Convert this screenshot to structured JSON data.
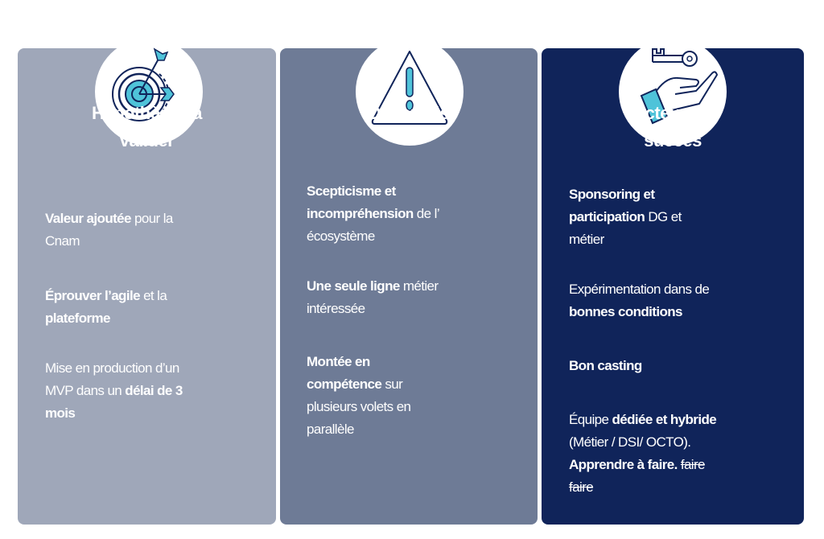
{
  "colors": {
    "panel1": "#9fa7b9",
    "panel2": "#6e7b96",
    "panel3": "#10245a",
    "icon_line": "#10245a",
    "icon_accent": "#4fc3d9"
  },
  "panels": [
    {
      "icon": "target-icon",
      "title": [
        "Hypothèses à",
        "valider"
      ],
      "items": [
        [
          "Valeur ajoutée",
          " pour la",
          "Cnam"
        ],
        [
          "Éprouver l’agile",
          " et la",
          "plateforme"
        ],
        [
          "Mise en production  d’un",
          "MVP dans un ",
          "délai de 3",
          "mois"
        ]
      ]
    },
    {
      "icon": "warning-icon",
      "title": [
        "Difficultés"
      ],
      "items": [
        [
          "Scepticisme et",
          "incompréhension",
          " de l’",
          "écosystème"
        ],
        [
          "Une seule ligne",
          " métier",
          "intéressée"
        ],
        [
          "Montée en",
          "compétence",
          " sur",
          "plusieurs volets en",
          "parallèle"
        ]
      ]
    },
    {
      "icon": "hand-key-icon",
      "title": [
        "Facteurs de",
        "succès"
      ],
      "items": [
        [
          "Sponsoring et",
          "participation",
          " DG et",
          "métier"
        ],
        [
          "Expérimentation dans  de",
          "bonnes conditions"
        ],
        [
          "Bon casting"
        ],
        [
          "Équipe ",
          "dédiée et  hybride",
          "(Métier / DSI/     OCTO).",
          "Apprendre à   faire.",
          "faire",
          "faire"
        ]
      ]
    }
  ]
}
